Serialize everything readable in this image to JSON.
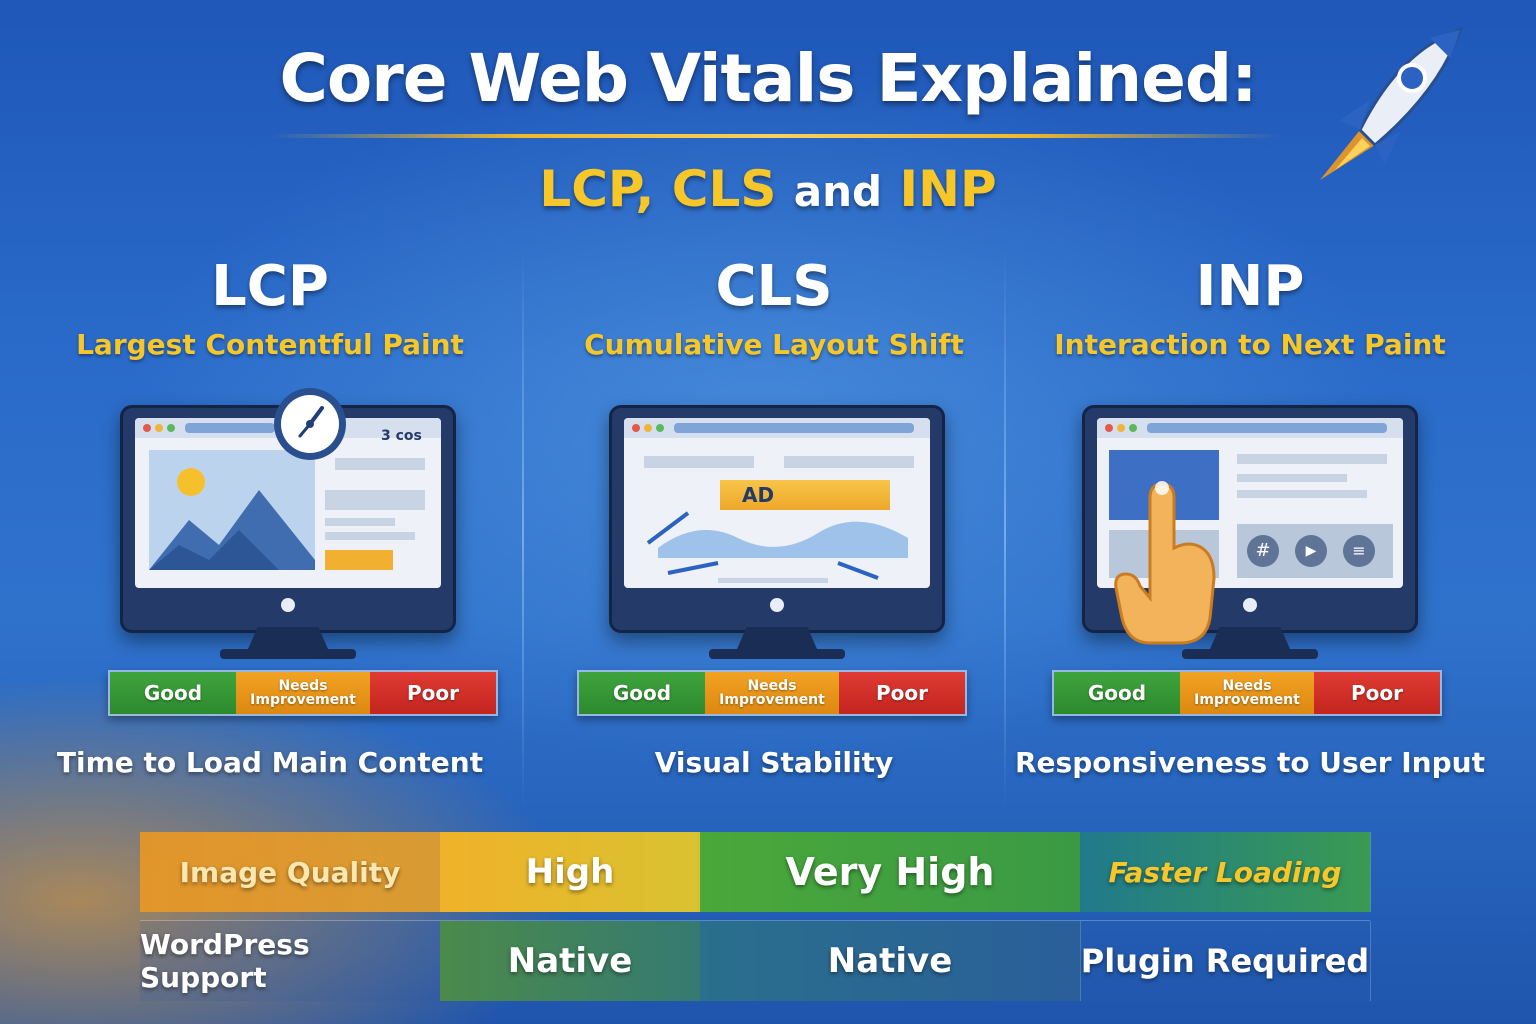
{
  "header": {
    "title": "Core Web Vitals Explained:",
    "subtitle_part1": "LCP, CLS",
    "subtitle_and": "and",
    "subtitle_part2": "INP"
  },
  "colors": {
    "accent_yellow": "#f7c72a",
    "good": "#2f8f31",
    "needs_improvement": "#e89418",
    "poor": "#d22f29",
    "background": "#2a6bc9"
  },
  "metrics": [
    {
      "abbr": "LCP",
      "name": "Largest Contentful Paint",
      "screen_label": "3 cos",
      "scale": {
        "good": "Good",
        "needs_line1": "Needs",
        "needs_line2": "Improvement",
        "poor": "Poor"
      },
      "caption": "Time to Load Main Content",
      "icon": "stopwatch-icon"
    },
    {
      "abbr": "CLS",
      "name": "Cumulative Layout Shift",
      "screen_label": "AD",
      "scale": {
        "good": "Good",
        "needs_line1": "Needs",
        "needs_line2": "Improvement",
        "poor": "Poor"
      },
      "caption": "Visual Stability",
      "icon": "layout-shift-icon"
    },
    {
      "abbr": "INP",
      "name": "Interaction to Next Paint",
      "screen_label": "",
      "scale": {
        "good": "Good",
        "needs_line1": "Needs",
        "needs_line2": "Improvement",
        "poor": "Poor"
      },
      "caption": "Responsiveness to User Input",
      "icon": "pointing-hand-icon"
    }
  ],
  "comparison": {
    "rows": [
      [
        "Image Quality",
        "High",
        "Very High",
        "Faster Loading"
      ],
      [
        "WordPress Support",
        "Native",
        "Native",
        "Plugin Required"
      ]
    ]
  }
}
